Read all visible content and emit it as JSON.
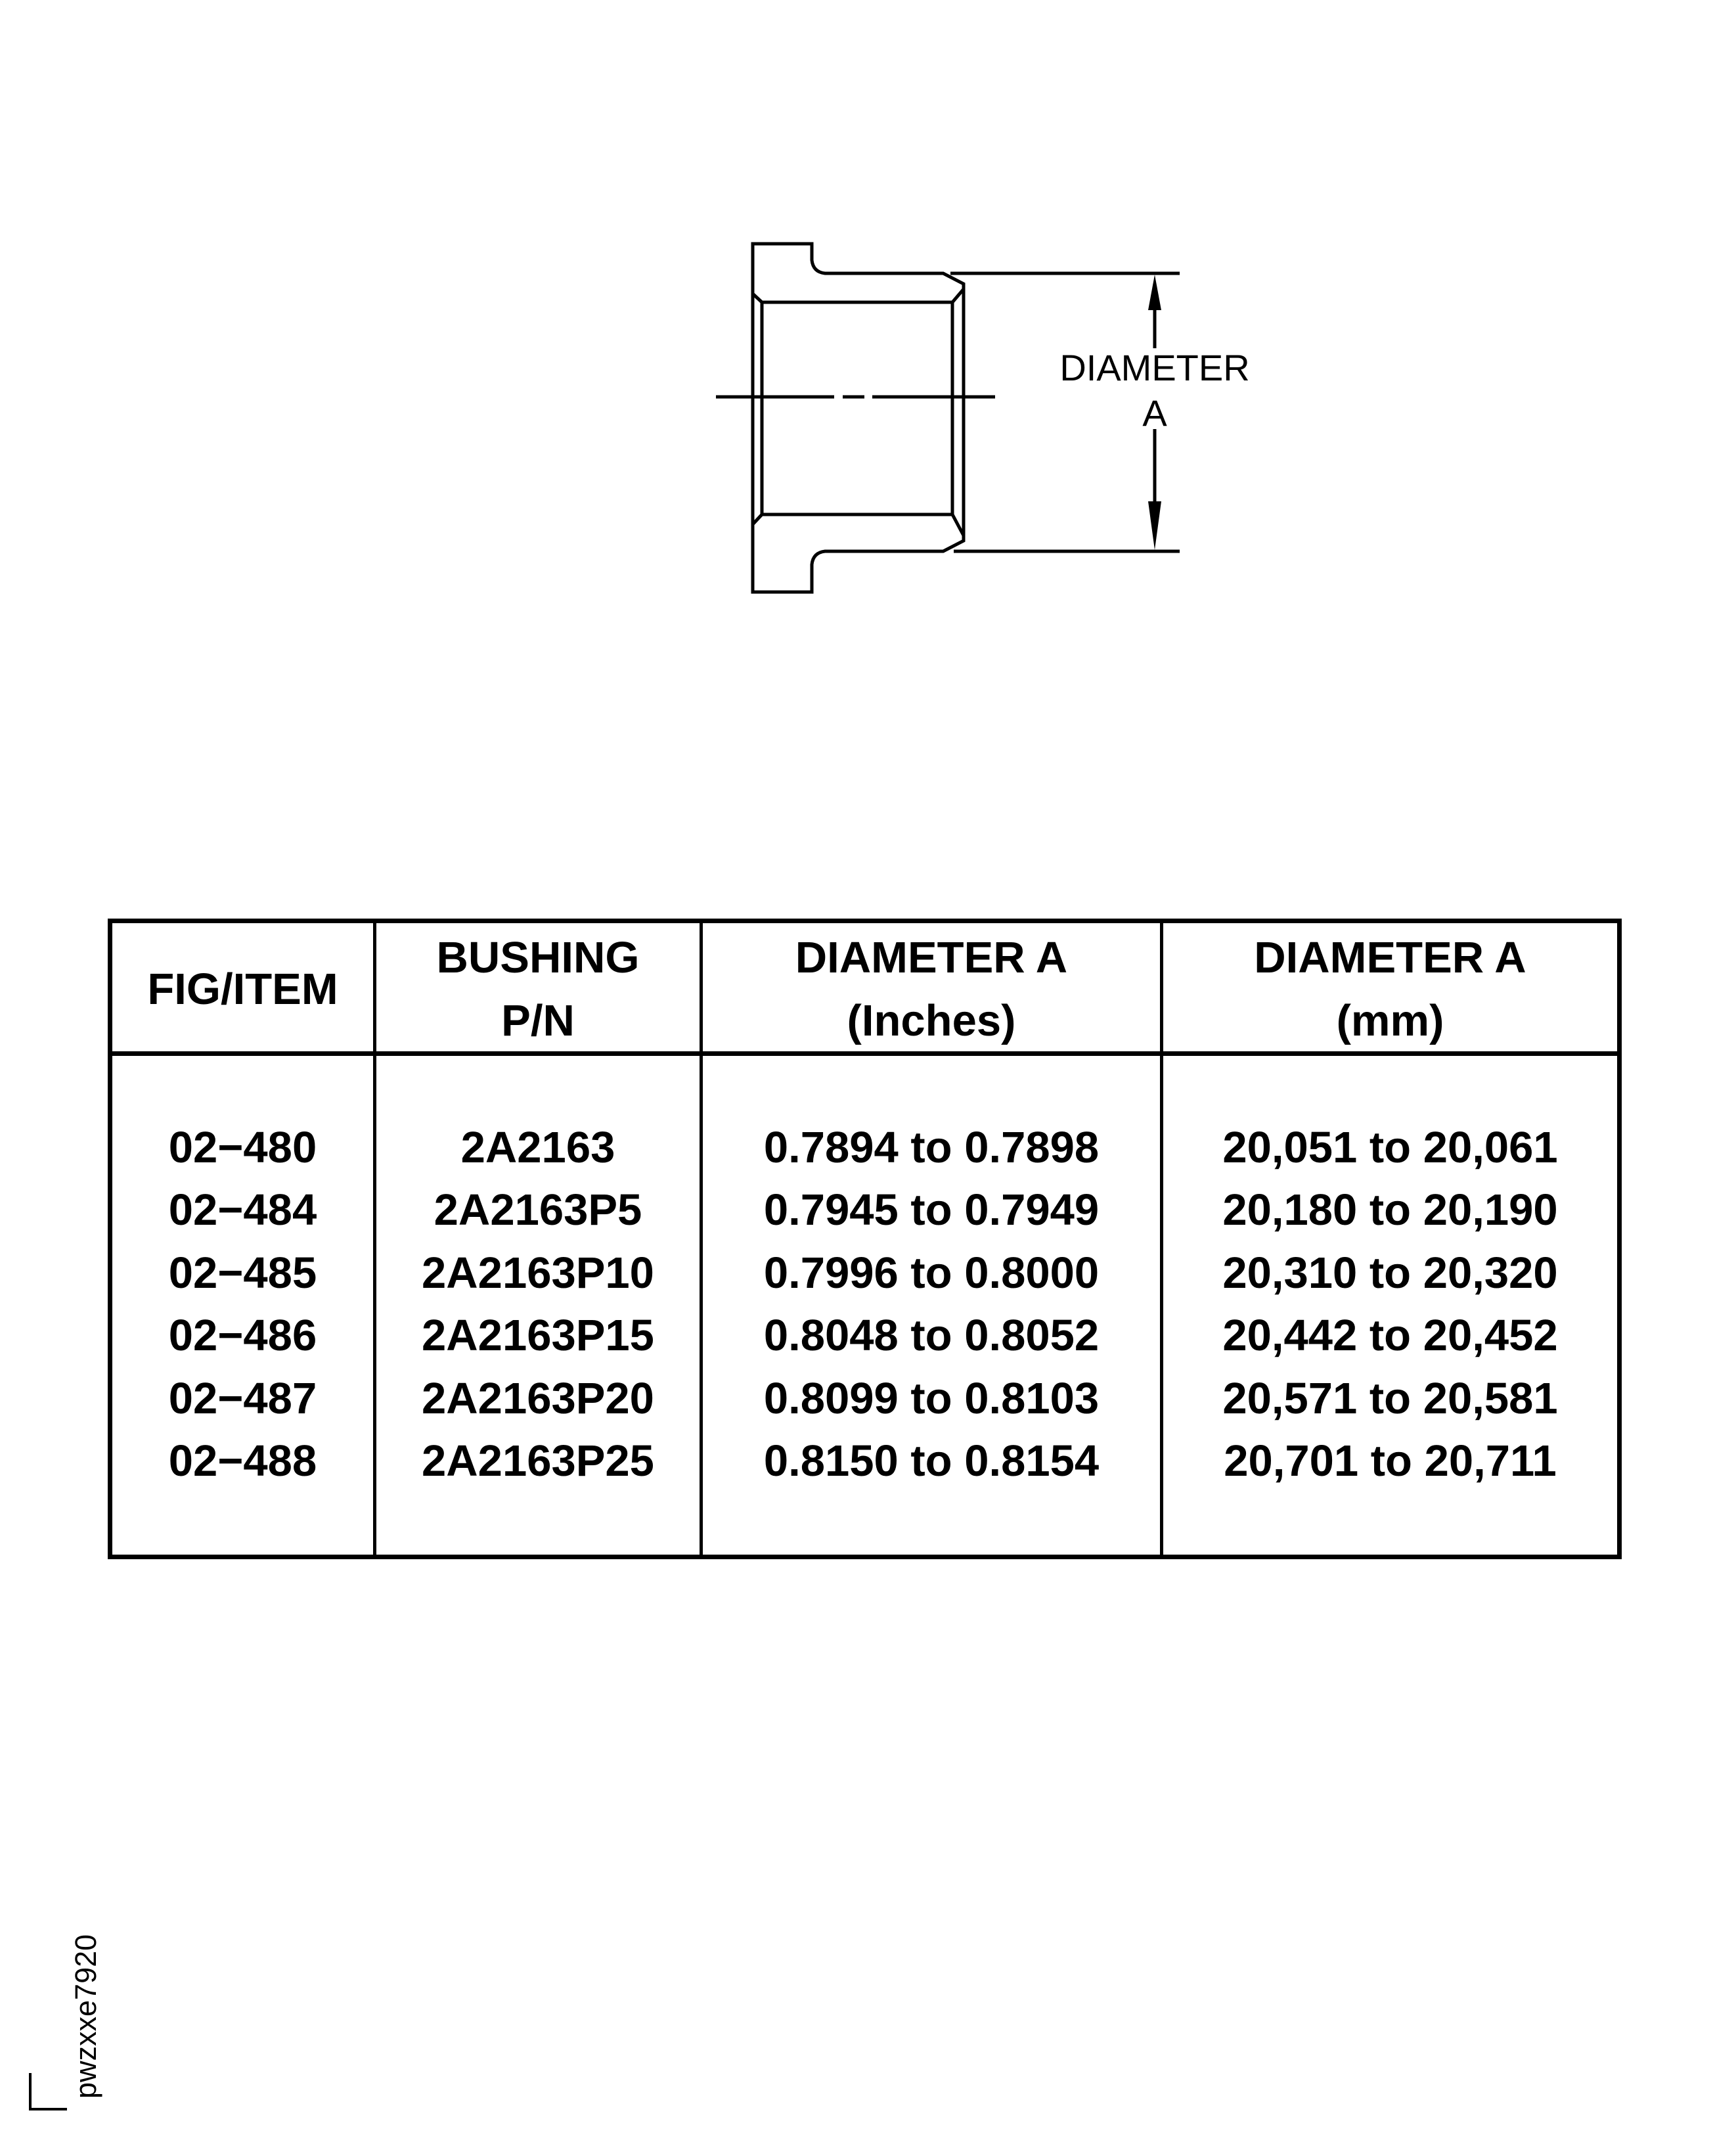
{
  "diagram": {
    "part": "flanged bushing",
    "dimension_label_line1": "DIAMETER",
    "dimension_label_line2": "A",
    "icons": [
      "bushing-cross-section-icon",
      "dimension-arrow-up-icon",
      "dimension-arrow-down-icon",
      "centerline-icon"
    ]
  },
  "table": {
    "headers": [
      {
        "line1": "FIG/ITEM",
        "line2": ""
      },
      {
        "line1": "BUSHING",
        "line2": "P/N"
      },
      {
        "line1": "DIAMETER A",
        "line2": "(Inches)"
      },
      {
        "line1": "DIAMETER A",
        "line2": "(mm)"
      }
    ],
    "rows": [
      {
        "fig_item": "02−480",
        "bushing_pn": "2A2163",
        "diameter_in": "0.7894 to 0.7898",
        "diameter_mm": "20,051 to 20,061"
      },
      {
        "fig_item": "02−484",
        "bushing_pn": "2A2163P5",
        "diameter_in": "0.7945 to 0.7949",
        "diameter_mm": "20,180 to 20,190"
      },
      {
        "fig_item": "02−485",
        "bushing_pn": "2A2163P10",
        "diameter_in": "0.7996 to 0.8000",
        "diameter_mm": "20,310 to 20,320"
      },
      {
        "fig_item": "02−486",
        "bushing_pn": "2A2163P15",
        "diameter_in": "0.8048 to 0.8052",
        "diameter_mm": "20,442 to 20,452"
      },
      {
        "fig_item": "02−487",
        "bushing_pn": "2A2163P20",
        "diameter_in": "0.8099 to 0.8103",
        "diameter_mm": "20,571 to 20,581"
      },
      {
        "fig_item": "02−488",
        "bushing_pn": "2A2163P25",
        "diameter_in": "0.8150 to 0.8154",
        "diameter_mm": "20,701 to 20,711"
      }
    ]
  },
  "figure_id": "pwzxxe7920",
  "colors": {
    "ink": "#000000",
    "paper": "#ffffff"
  }
}
